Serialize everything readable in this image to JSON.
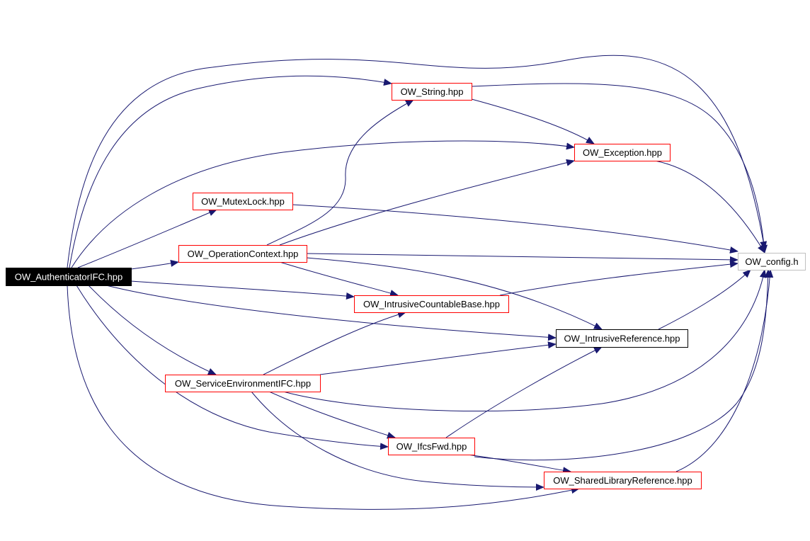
{
  "diagram": {
    "type": "include-dependency-graph",
    "colors": {
      "edge": "#191970",
      "root_fill": "#000000",
      "root_text": "#ffffff",
      "linked_border": "#ff0000",
      "plain_border": "#000000",
      "external_border": "#c0c0c0",
      "text": "#000000"
    },
    "nodes": [
      {
        "id": "auth",
        "label": "OW_AuthenticatorIFC.hpp",
        "style": "root"
      },
      {
        "id": "string",
        "label": "OW_String.hpp",
        "style": "linked"
      },
      {
        "id": "exception",
        "label": "OW_Exception.hpp",
        "style": "linked"
      },
      {
        "id": "mutex",
        "label": "OW_MutexLock.hpp",
        "style": "linked"
      },
      {
        "id": "opctx",
        "label": "OW_OperationContext.hpp",
        "style": "linked"
      },
      {
        "id": "config",
        "label": "OW_config.h",
        "style": "external"
      },
      {
        "id": "icb",
        "label": "OW_IntrusiveCountableBase.hpp",
        "style": "linked"
      },
      {
        "id": "iref",
        "label": "OW_IntrusiveReference.hpp",
        "style": "plain"
      },
      {
        "id": "senv",
        "label": "OW_ServiceEnvironmentIFC.hpp",
        "style": "linked"
      },
      {
        "id": "ifcs",
        "label": "OW_IfcsFwd.hpp",
        "style": "linked"
      },
      {
        "id": "slr",
        "label": "OW_SharedLibraryReference.hpp",
        "style": "linked"
      }
    ],
    "edges": [
      {
        "from": "auth",
        "to": "config"
      },
      {
        "from": "auth",
        "to": "string"
      },
      {
        "from": "auth",
        "to": "exception"
      },
      {
        "from": "auth",
        "to": "mutex"
      },
      {
        "from": "auth",
        "to": "opctx"
      },
      {
        "from": "auth",
        "to": "icb"
      },
      {
        "from": "auth",
        "to": "iref"
      },
      {
        "from": "auth",
        "to": "senv"
      },
      {
        "from": "auth",
        "to": "ifcs"
      },
      {
        "from": "auth",
        "to": "slr"
      },
      {
        "from": "string",
        "to": "config"
      },
      {
        "from": "string",
        "to": "exception"
      },
      {
        "from": "exception",
        "to": "config"
      },
      {
        "from": "mutex",
        "to": "config"
      },
      {
        "from": "opctx",
        "to": "string"
      },
      {
        "from": "opctx",
        "to": "exception"
      },
      {
        "from": "opctx",
        "to": "config"
      },
      {
        "from": "opctx",
        "to": "icb"
      },
      {
        "from": "opctx",
        "to": "iref"
      },
      {
        "from": "icb",
        "to": "config"
      },
      {
        "from": "iref",
        "to": "config"
      },
      {
        "from": "senv",
        "to": "icb"
      },
      {
        "from": "senv",
        "to": "iref"
      },
      {
        "from": "senv",
        "to": "config"
      },
      {
        "from": "senv",
        "to": "ifcs"
      },
      {
        "from": "senv",
        "to": "slr"
      },
      {
        "from": "ifcs",
        "to": "iref"
      },
      {
        "from": "ifcs",
        "to": "config"
      },
      {
        "from": "ifcs",
        "to": "slr"
      },
      {
        "from": "slr",
        "to": "config"
      }
    ]
  }
}
